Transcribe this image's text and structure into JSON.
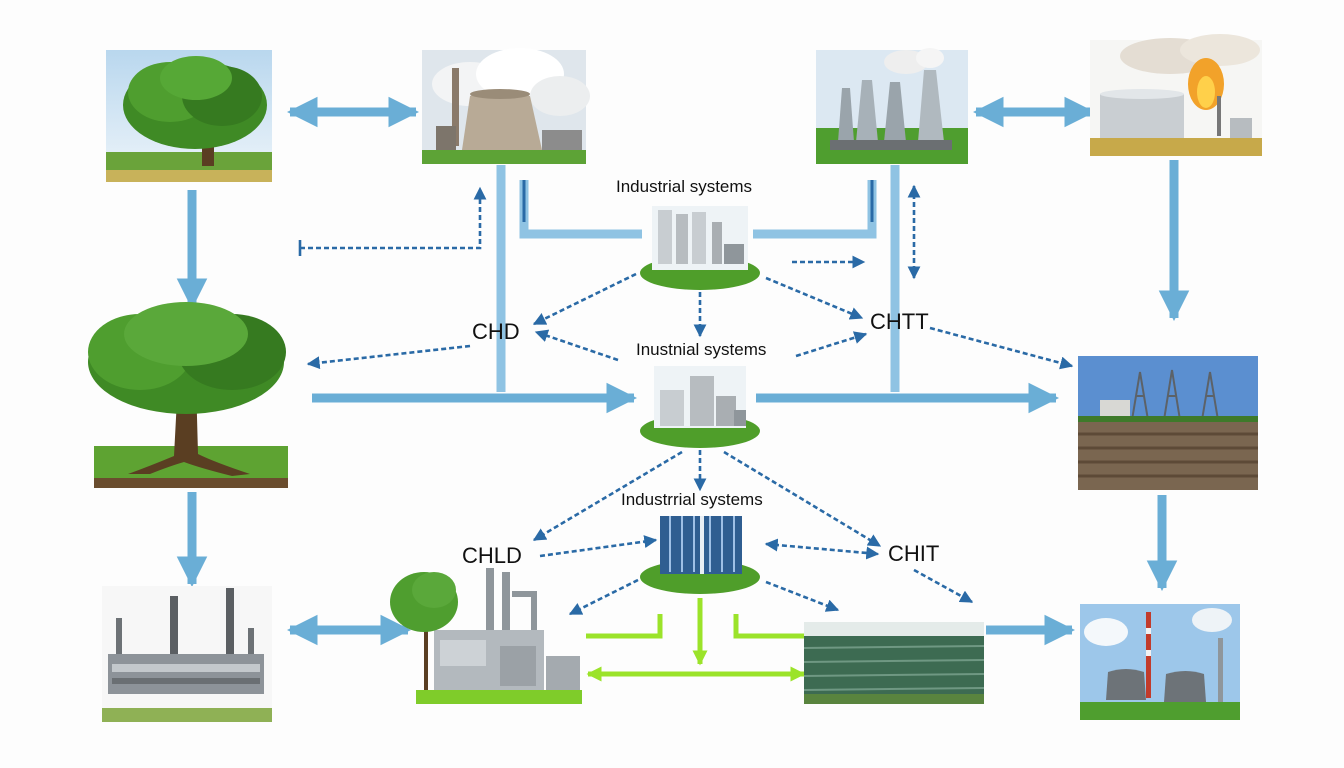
{
  "node_labels": {
    "industrial_top": "Industrial systems",
    "industrial_mid": "Inustnial systems",
    "industrial_bottom": "Industrrial systems"
  },
  "flow_labels": {
    "chd": "CHD",
    "chtt": "CHTT",
    "chld": "CHLD",
    "chit": "CHIT"
  },
  "colors": {
    "solid_arrow": "#6aaed6",
    "dashed_arrow": "#2a6aa6",
    "green_arrow": "#9be32a",
    "grass": "#4f9e2a",
    "foliage": "#3f8a25",
    "trunk": "#5a3e22",
    "steel": "#a9b0b5",
    "sky": "#cfe3f2",
    "field": "#7a6650"
  },
  "icons": [
    "tree-icon",
    "cooling-tower-icon",
    "power-plant-icon",
    "refinery-flare-icon",
    "big-tree-icon",
    "transmission-field-icon",
    "industrial-plant-icon",
    "green-factory-icon",
    "solar-farm-icon",
    "power-station-icon",
    "storage-tanks-icon",
    "office-building-icon"
  ]
}
